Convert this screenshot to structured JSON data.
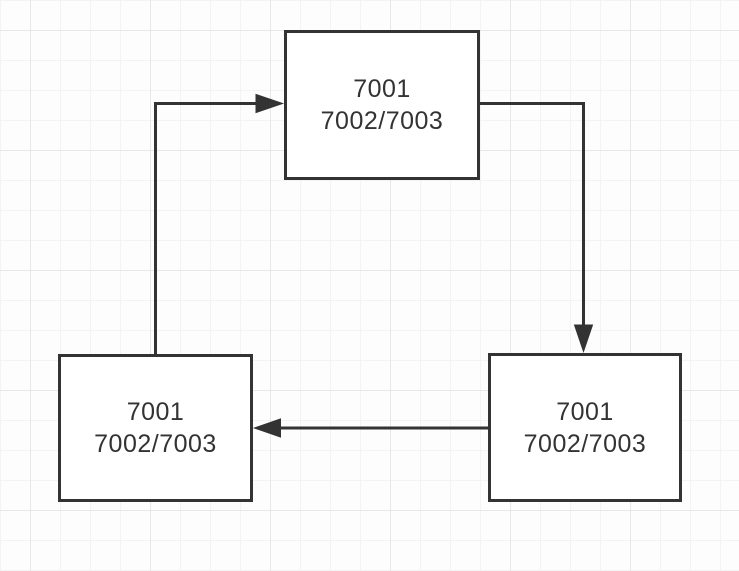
{
  "canvas": {
    "background_color": "#fdfdfd",
    "grid_minor_color": "#f3f3f3",
    "grid_major_color": "#e7e7e7"
  },
  "diagram": {
    "stroke_color": "#333333",
    "node_fill_color": "#ffffff",
    "text_color": "#333333",
    "nodes": [
      {
        "id": "top",
        "line1": "7001",
        "line2": "7002/7003"
      },
      {
        "id": "bottom-left",
        "line1": "7001",
        "line2": "7002/7003"
      },
      {
        "id": "bottom-right",
        "line1": "7001",
        "line2": "7002/7003"
      }
    ],
    "edges": [
      {
        "from": "bottom-left",
        "to": "top"
      },
      {
        "from": "top",
        "to": "bottom-right"
      },
      {
        "from": "bottom-right",
        "to": "bottom-left"
      }
    ]
  }
}
